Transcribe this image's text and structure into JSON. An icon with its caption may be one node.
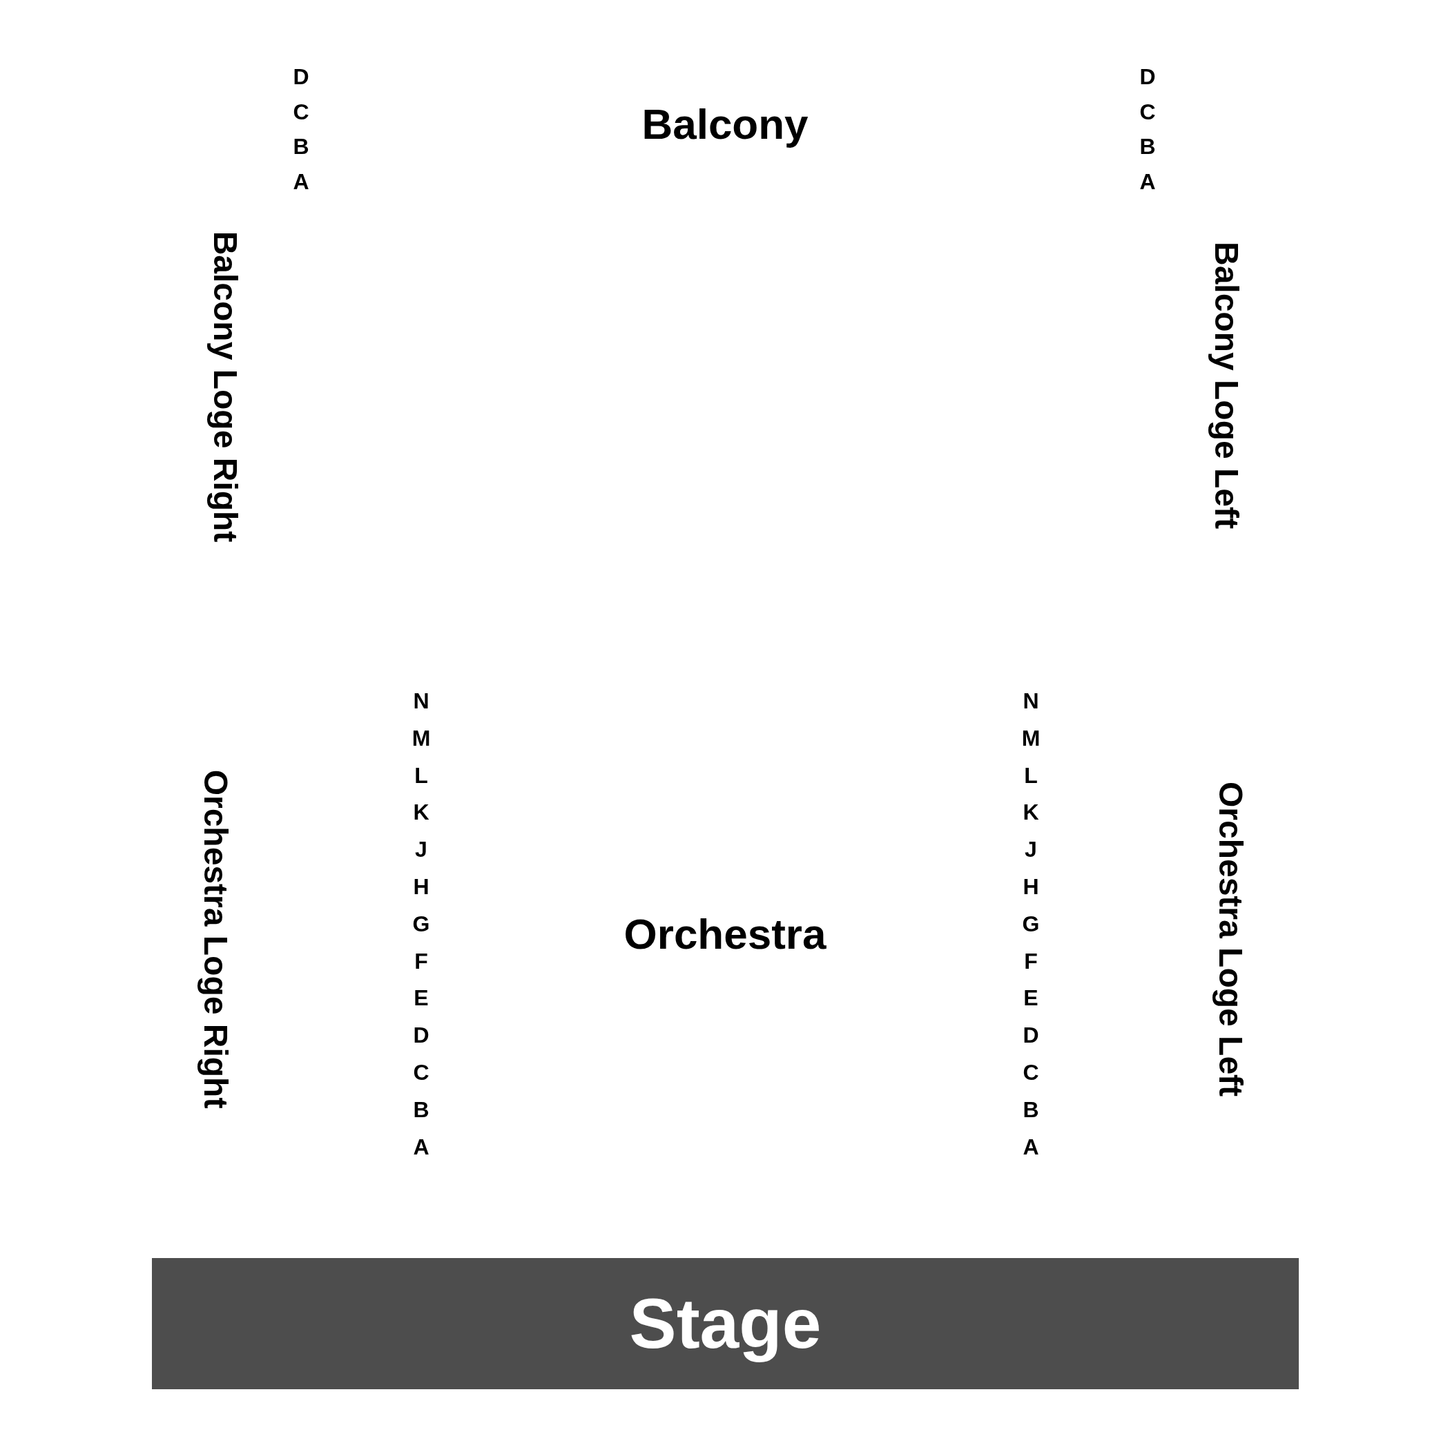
{
  "diagram": {
    "nodes": [
      {
        "text": [
          "Stage"
        ]
      }
    ],
    "labels": [
      "D",
      "C",
      "B",
      "A",
      "Balcony",
      "D",
      "C",
      "B",
      "A",
      "Balcony Loge Right",
      "Balcony Loge Left",
      "N",
      "M",
      "L",
      "K",
      "J",
      "H",
      "G",
      "F",
      "E",
      "D",
      "C",
      "B",
      "A",
      "Orchestra",
      "N",
      "M",
      "L",
      "K",
      "J",
      "H",
      "G",
      "F",
      "E",
      "D",
      "C",
      "B",
      "A",
      "Orchestra Loge Right",
      "Orchestra Loge Left"
    ]
  }
}
